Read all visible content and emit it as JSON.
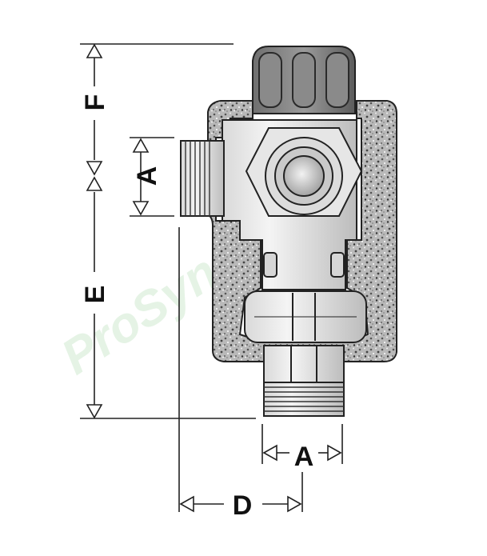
{
  "figure": {
    "labels": {
      "f": "F",
      "a_vertical": "A",
      "e": "E",
      "a_horizontal": "A",
      "d": "D"
    },
    "watermark": "ProSynergie"
  }
}
